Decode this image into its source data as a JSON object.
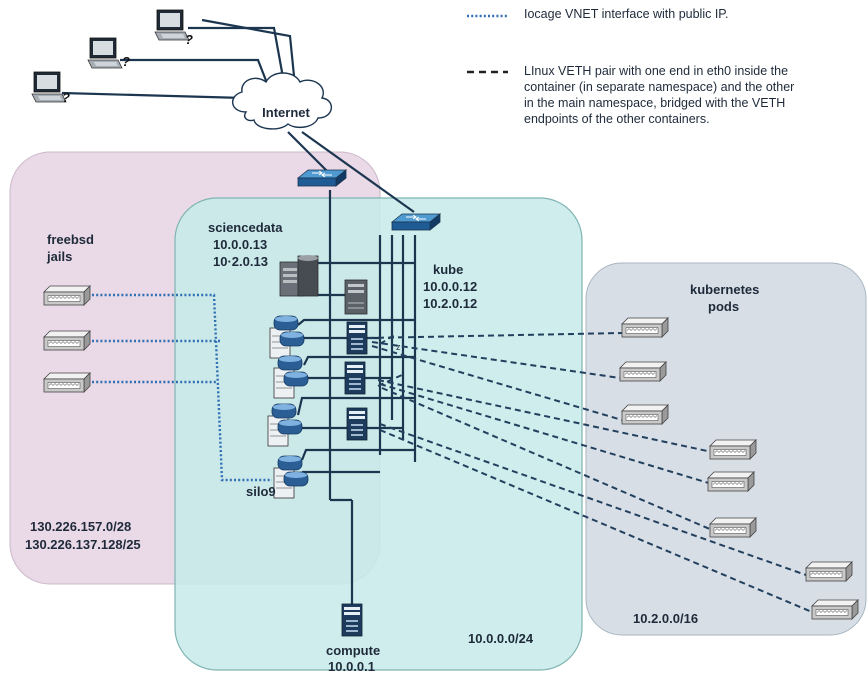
{
  "legend": {
    "dotted": "Iocage VNET interface with public IP.",
    "dashed": [
      "LInux VETH pair with one end in eth0 inside the",
      "container (in separate namespace) and the other",
      "in the main namespace, bridged with the VETH",
      "endpoints of the other containers."
    ]
  },
  "internet": {
    "label": "Internet"
  },
  "clients": {
    "mark": "?"
  },
  "freebsd": {
    "title": [
      "freebsd",
      "jails"
    ],
    "nets": [
      "130.226.157.0/28",
      "130.226.137.128/25"
    ]
  },
  "sciencedata": {
    "name": "sciencedata",
    "ips": [
      "10.0.0.13",
      "10·2.0.13"
    ]
  },
  "silo": {
    "name": "silo9"
  },
  "kube": {
    "name": "kube",
    "ips": [
      "10.0.0.12",
      "10.2.0.12"
    ]
  },
  "kubernetes": {
    "title": [
      "kubernetes",
      "pods"
    ],
    "net": "10.2.0.0/16"
  },
  "compute": {
    "name": "compute",
    "ip": "10.0.0.1"
  },
  "cluster": {
    "net": "10.0.0.0/24"
  },
  "annotation": {
    "z": "z"
  },
  "colors": {
    "freebsd_zone": "#ead9e7",
    "cluster_zone": "#c7ebe9",
    "kubernetes_zone": "#d7dee5",
    "wire": "#1c3650",
    "dotted_wire": "#2f6fb3"
  },
  "icons": [
    "computer-icon",
    "cloud-icon",
    "network-switch-icon",
    "server-icon",
    "storage-server-icon",
    "network-interface-icon"
  ]
}
